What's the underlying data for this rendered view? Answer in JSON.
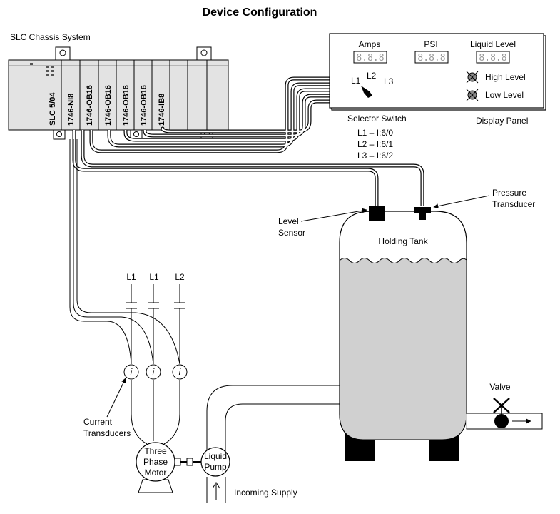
{
  "title": "Device Configuration",
  "chassis": {
    "label": "SLC Chassis System",
    "modules": [
      "SLC 5/04",
      "1746-NI8",
      "1746-OB16",
      "1746-OB16",
      "1746-OB16",
      "1746-OB16",
      "1746-IB8"
    ]
  },
  "display_panel": {
    "label": "Display Panel",
    "readouts": [
      {
        "label": "Amps",
        "value": "8.8.8"
      },
      {
        "label": "PSI",
        "value": "8.8.8"
      },
      {
        "label": "Liquid Level",
        "value": "8.8.8"
      }
    ],
    "switch_positions": [
      "L1",
      "L2",
      "L3"
    ],
    "lamps": [
      "High Level",
      "Low Level"
    ]
  },
  "selector_switch": {
    "label": "Selector Switch",
    "mappings": [
      "L1 – I:6/0",
      "L2 – I:6/1",
      "L3 – I:6/2"
    ]
  },
  "level_sensor": {
    "line1": "Level",
    "line2": "Sensor"
  },
  "pressure_transducer": {
    "line1": "Pressure",
    "line2": "Transducer"
  },
  "tank": {
    "label": "Holding Tank"
  },
  "valve": {
    "label": "Valve"
  },
  "lines": [
    "L1",
    "L1",
    "L2"
  ],
  "current_transducers": {
    "line1": "Current",
    "line2": "Transducers",
    "symbol": "i"
  },
  "motor": {
    "line1": "Three",
    "line2": "Phase",
    "line3": "Motor"
  },
  "pump": {
    "line1": "Liquid",
    "line2": "Pump"
  },
  "incoming_supply": "Incoming Supply",
  "colors": {
    "tank_fill": "#d0d0d0",
    "chassis_fill": "#e3e3e3",
    "lamp": "#8a8a8a"
  }
}
